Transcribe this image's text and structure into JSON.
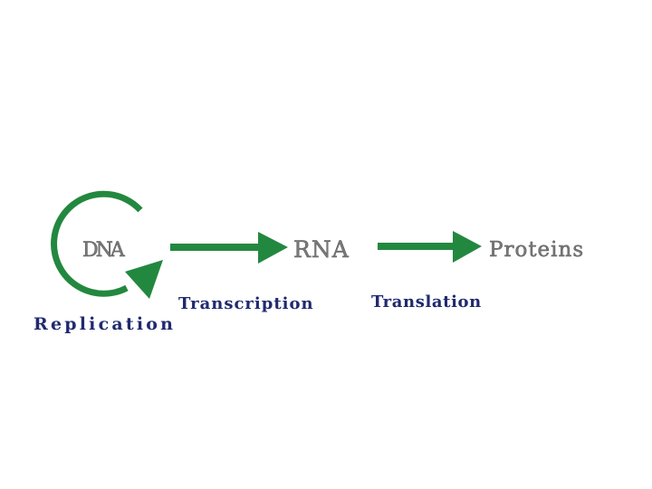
{
  "nodes": {
    "dna": "DNA",
    "rna": "RNA",
    "proteins": "Proteins"
  },
  "processes": {
    "replication": "Replication",
    "transcription": "Transcription",
    "translation": "Translation"
  },
  "colors": {
    "arrow": "#23883f",
    "process_text": "#1f2a6e",
    "node_text": "#7a7a7a"
  }
}
